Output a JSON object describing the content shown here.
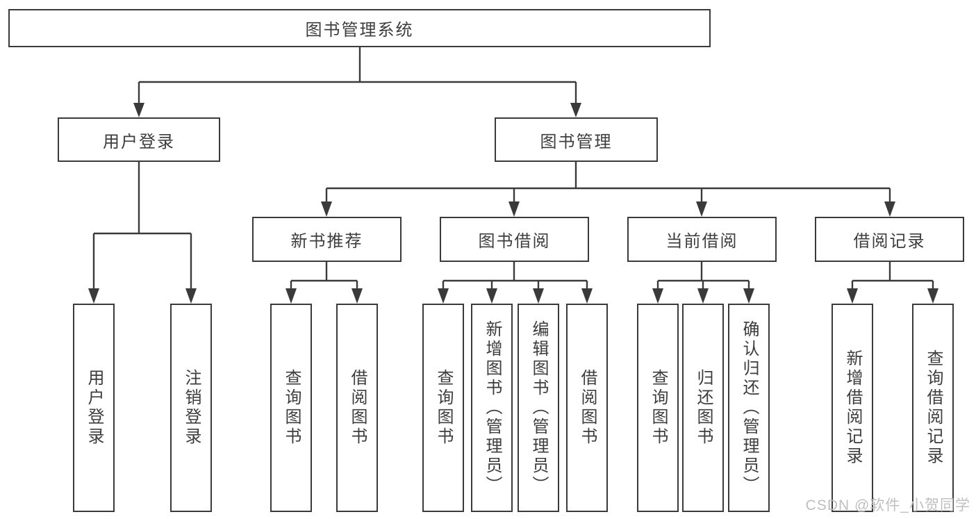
{
  "tree": {
    "label": "图书管理系统",
    "children": [
      {
        "label": "用户登录",
        "children": [
          {
            "label": "用户登录"
          },
          {
            "label": "注销登录"
          }
        ]
      },
      {
        "label": "图书管理",
        "children": [
          {
            "label": "新书推荐",
            "children": [
              {
                "label": "查询图书"
              },
              {
                "label": "借阅图书"
              }
            ]
          },
          {
            "label": "图书借阅",
            "children": [
              {
                "label": "查询图书"
              },
              {
                "label": "新增图书（管理员）"
              },
              {
                "label": "编辑图书（管理员）"
              },
              {
                "label": "借阅图书"
              }
            ]
          },
          {
            "label": "当前借阅",
            "children": [
              {
                "label": "查询图书"
              },
              {
                "label": "归还图书"
              },
              {
                "label": "确认归还（管理员）"
              }
            ]
          },
          {
            "label": "借阅记录",
            "children": [
              {
                "label": "新增借阅记录"
              },
              {
                "label": "查询借阅记录"
              }
            ]
          }
        ]
      }
    ]
  },
  "watermark": {
    "text": "CSDN @软件_小贺同学"
  },
  "colors": {
    "line": "#3a3a3a",
    "box_border": "#3a3a3a",
    "text": "#3d3d3d",
    "watermark": "#bfbfbf",
    "background": "#ffffff"
  }
}
